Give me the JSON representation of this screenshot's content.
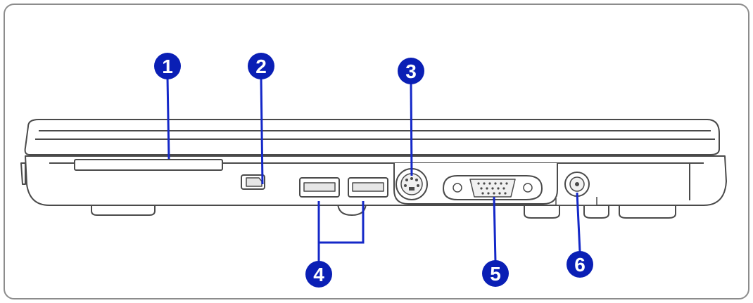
{
  "colors": {
    "callout_fill": "#0a1fb5",
    "callout_line": "#1428c8",
    "frame_border": "#8c8c8c",
    "device_outline": "#4a4a4a"
  },
  "callouts": [
    {
      "label": "1",
      "part": "card-slot"
    },
    {
      "label": "2",
      "part": "firewire-port"
    },
    {
      "label": "3",
      "part": "svideo-port"
    },
    {
      "label": "4",
      "part": "usb-ports"
    },
    {
      "label": "5",
      "part": "vga-port"
    },
    {
      "label": "6",
      "part": "dc-in-jack"
    }
  ]
}
